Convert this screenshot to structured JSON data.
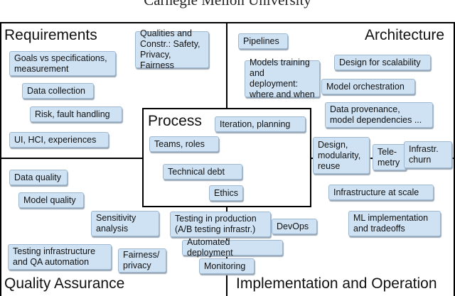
{
  "header": "Carnegie Mellon University",
  "quadrants": {
    "requirements": "Requirements",
    "architecture": "Architecture",
    "quality": "Quality Assurance",
    "implementation": "Implementation and Operation",
    "process": "Process"
  },
  "tags": {
    "goals": "Goals vs specifications,\nmeasurement",
    "qualities": "Qualities and\nConstr.: Safety,\nPrivacy, Fairness",
    "data_collection": "Data collection",
    "risk": "Risk, fault handling",
    "ui": "UI, HCI, experiences",
    "pipelines": "Pipelines",
    "models_training": "Models training\nand deployment:\nwhere and when",
    "design_scalability": "Design for scalability",
    "model_orchestration": "Model orchestration",
    "data_provenance": "Data provenance,\nmodel dependencies ...",
    "design_modularity": "Design,\nmodularity,\nreuse",
    "telemetry": "Tele-\nmetry",
    "infra_churn": "Infrastr.\nchurn",
    "infra_scale": "Infrastructure at scale",
    "ml_impl": "ML implementation\nand tradeoffs",
    "iteration": "Iteration, planning",
    "teams": "Teams, roles",
    "tech_debt": "Technical debt",
    "ethics": "Ethics",
    "data_quality": "Data quality",
    "model_quality": "Model quality",
    "sensitivity": "Sensitivity\nanalysis",
    "testing_infra": "Testing infrastructure\nand QA automation",
    "fairness": "Fairness/\nprivacy",
    "testing_prod": "Testing in production\n(A/B testing infrastr.)",
    "devops": "DevOps",
    "automated_deploy": "Automated deployment",
    "monitoring": "Monitoring"
  }
}
